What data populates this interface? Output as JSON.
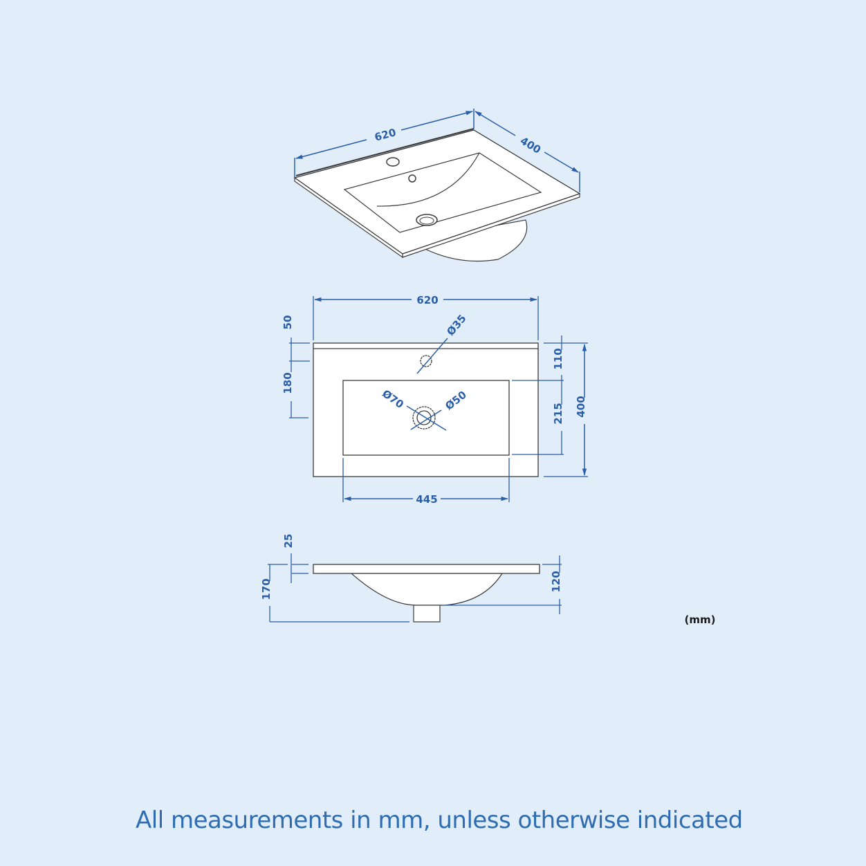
{
  "colors": {
    "background": "#e1edf9",
    "dimension_blue": "#2a5ea8",
    "outline": "#3a3a3a",
    "fill": "#ffffff",
    "footer_text": "#2f6cb0"
  },
  "iso_view": {
    "width_label": "620",
    "depth_label": "400"
  },
  "top_view": {
    "overall_width": "620",
    "overall_depth": "400",
    "rim_to_taphole": "50",
    "taphole_to_bowl": "180",
    "front_rim_to_bowl": "110",
    "bowl_depth": "215",
    "bowl_width": "445",
    "tap_hole_diameter": "Ø35",
    "waste_outer_diameter": "Ø70",
    "waste_inner_diameter": "Ø50"
  },
  "side_view": {
    "deck_thickness": "25",
    "overall_height": "170",
    "bowl_height": "120"
  },
  "units_label": "(mm)",
  "footer": {
    "note": "All measurements in mm, unless otherwise indicated"
  }
}
